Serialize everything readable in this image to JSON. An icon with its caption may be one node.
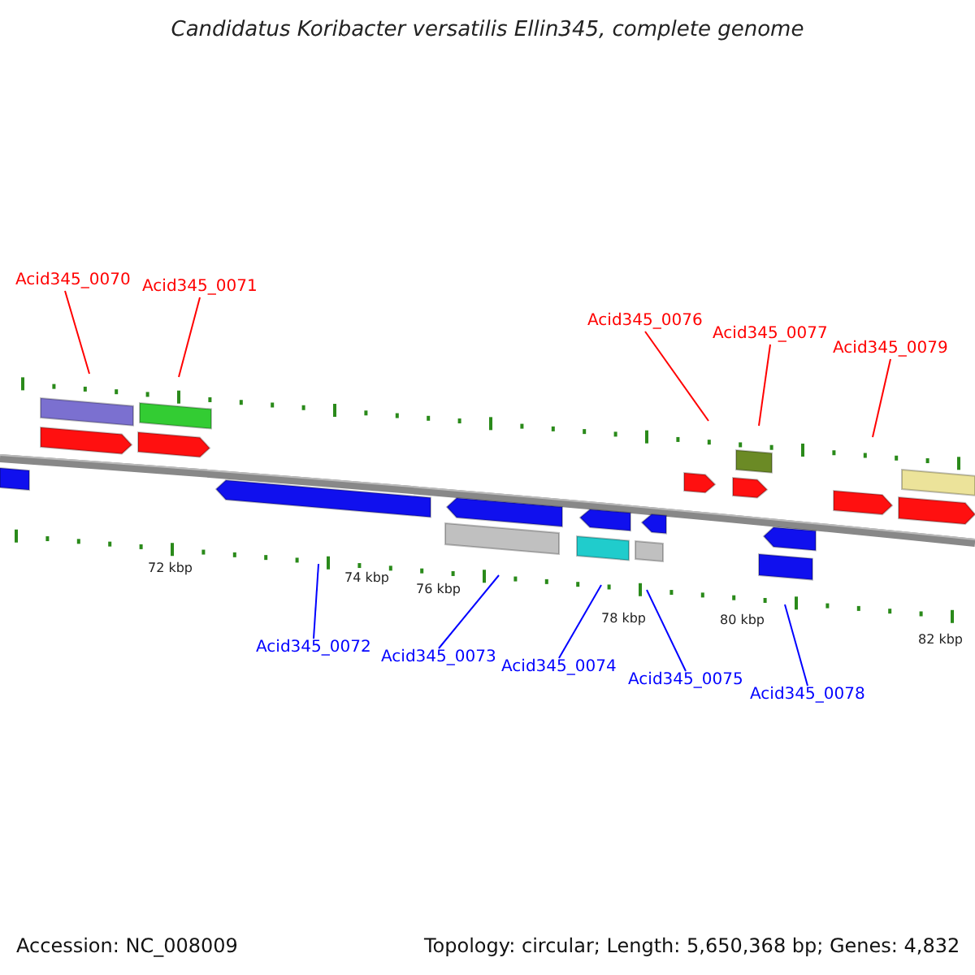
{
  "diagram": {
    "title": "Candidatus Koribacter versatilis Ellin345, complete genome",
    "nodes": [
      {
        "text": [
          "Acid345_0070"
        ]
      },
      {
        "text": [
          "Acid345_0071"
        ]
      },
      {
        "text": [
          "Acid345_0076"
        ]
      },
      {
        "text": [
          "Acid345_0077"
        ]
      },
      {
        "text": [
          "Acid345_0079"
        ]
      },
      {
        "text": [
          "Acid345_0072"
        ]
      },
      {
        "text": [
          "Acid345_0073"
        ]
      },
      {
        "text": [
          "Acid345_0074"
        ]
      },
      {
        "text": [
          "Acid345_0075"
        ]
      },
      {
        "text": [
          "Acid345_0078"
        ]
      }
    ],
    "edges": [
      {
        "from": 0,
        "to": null,
        "arrow": "none"
      },
      {
        "from": 1,
        "to": null,
        "arrow": "none"
      },
      {
        "from": 2,
        "to": null,
        "arrow": "none"
      },
      {
        "from": 3,
        "to": null,
        "arrow": "none"
      },
      {
        "from": 4,
        "to": null,
        "arrow": "none"
      },
      {
        "from": 5,
        "to": null,
        "arrow": "none",
        "color": "#0000ff"
      },
      {
        "from": 6,
        "to": null,
        "arrow": "none",
        "color": "#0000ff"
      },
      {
        "from": 7,
        "to": null,
        "arrow": "none",
        "color": "#0000ff"
      },
      {
        "from": 8,
        "to": null,
        "arrow": "none",
        "color": "#0000ff"
      },
      {
        "from": 9,
        "to": null,
        "arrow": "none",
        "color": "#0000ff"
      }
    ],
    "labels": [
      "72 kbp",
      "74 kbp",
      "76 kbp",
      "78 kbp",
      "80 kbp",
      "82 kbp",
      "Accession: NC_008009",
      "Topology: circular; Length: 5,650,368 bp; Genes: 4,832"
    ]
  }
}
